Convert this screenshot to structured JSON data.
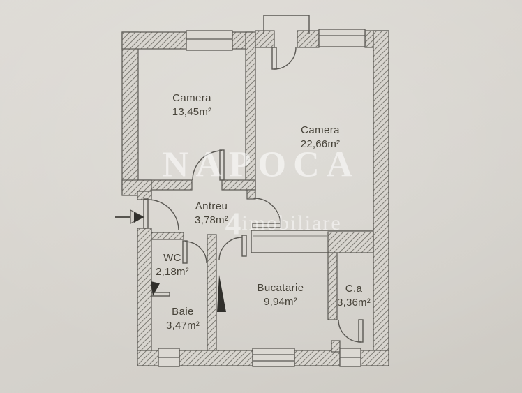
{
  "document": {
    "type": "apartment-floor-plan"
  },
  "rooms": [
    {
      "id": "camera-1",
      "name": "Camera",
      "area": "13,45m²"
    },
    {
      "id": "camera-2",
      "name": "Camera",
      "area": "22,66m²"
    },
    {
      "id": "antreu",
      "name": "Antreu",
      "area": "3,78m²"
    },
    {
      "id": "wc",
      "name": "WC",
      "area": "2,18m²"
    },
    {
      "id": "baie",
      "name": "Baie",
      "area": "3,47m²"
    },
    {
      "id": "bucatarie",
      "name": "Bucatarie",
      "area": "9,94m²"
    },
    {
      "id": "camara",
      "name": "C.a",
      "area": "3,36m²"
    }
  ],
  "watermark": {
    "brand": "NAPOCA",
    "logo_glyph": "4",
    "subtitle": "imobiliare"
  },
  "colors": {
    "paper": "#d8d5cf",
    "wall_line": "#5a5853",
    "hatch_line": "#7f7d76",
    "door_wedge": "#31302c",
    "label_text": "#474339",
    "watermark": "rgba(255,255,255,0.55)"
  }
}
